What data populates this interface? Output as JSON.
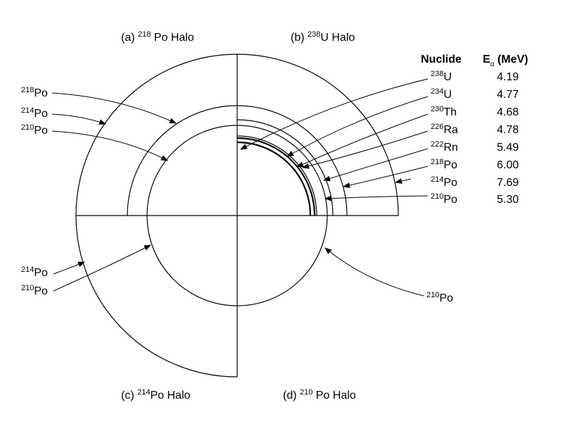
{
  "quadrants": [
    {
      "id": "a",
      "prefix": "(a) ",
      "mass": "218",
      "suffix": " Po Halo"
    },
    {
      "id": "b",
      "prefix": "(b) ",
      "mass": "238",
      "suffix": "U Halo"
    },
    {
      "id": "c",
      "prefix": "(c) ",
      "mass": "214",
      "suffix": "Po Halo"
    },
    {
      "id": "d",
      "prefix": "(d) ",
      "mass": "210",
      "suffix": " Po Halo"
    }
  ],
  "table": {
    "header_nuclide": "Nuclide",
    "header_energy_main": "E",
    "header_energy_sub": "α",
    "header_energy_unit": " (MeV)",
    "rows": [
      {
        "mass": "238",
        "symbol": "U",
        "energy": "4.19"
      },
      {
        "mass": "234",
        "symbol": "U",
        "energy": "4.77"
      },
      {
        "mass": "230",
        "symbol": "Th",
        "energy": "4.68"
      },
      {
        "mass": "226",
        "symbol": "Ra",
        "energy": "4.78"
      },
      {
        "mass": "222",
        "symbol": "Rn",
        "energy": "5.49"
      },
      {
        "mass": "218",
        "symbol": "Po",
        "energy": "6.00"
      },
      {
        "mass": "214",
        "symbol": "Po",
        "energy": "7.69"
      },
      {
        "mass": "210",
        "symbol": "Po",
        "energy": "5.30"
      }
    ]
  },
  "left_labels_top": [
    {
      "mass": "218",
      "symbol": "Po"
    },
    {
      "mass": "214",
      "symbol": "Po"
    },
    {
      "mass": "210",
      "symbol": "Po"
    }
  ],
  "left_labels_bottom": [
    {
      "mass": "214",
      "symbol": "Po"
    },
    {
      "mass": "210",
      "symbol": "Po"
    }
  ],
  "right_label_bottom": {
    "mass": "210",
    "symbol": "Po"
  }
}
